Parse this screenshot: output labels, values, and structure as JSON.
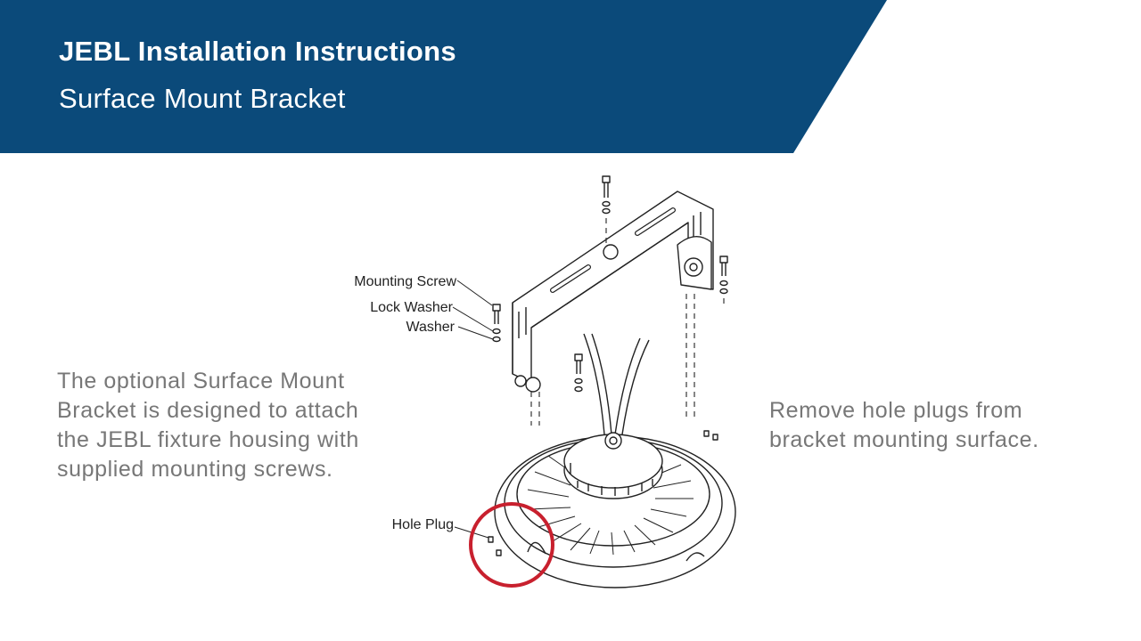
{
  "header": {
    "title": "JEBL Installation Instructions",
    "subtitle": "Surface Mount Bracket",
    "color": "#0b4a7a"
  },
  "left_text": "The optional Surface Mount Bracket is designed to attach the JEBL fixture housing with supplied mounting screws.",
  "right_text": "Remove hole plugs from bracket mounting surface.",
  "diagram": {
    "labels": {
      "mounting_screw": "Mounting Screw",
      "lock_washer": "Lock Washer",
      "washer": "Washer",
      "hole_plug": "Hole Plug"
    },
    "highlight_color": "#c8202e"
  }
}
